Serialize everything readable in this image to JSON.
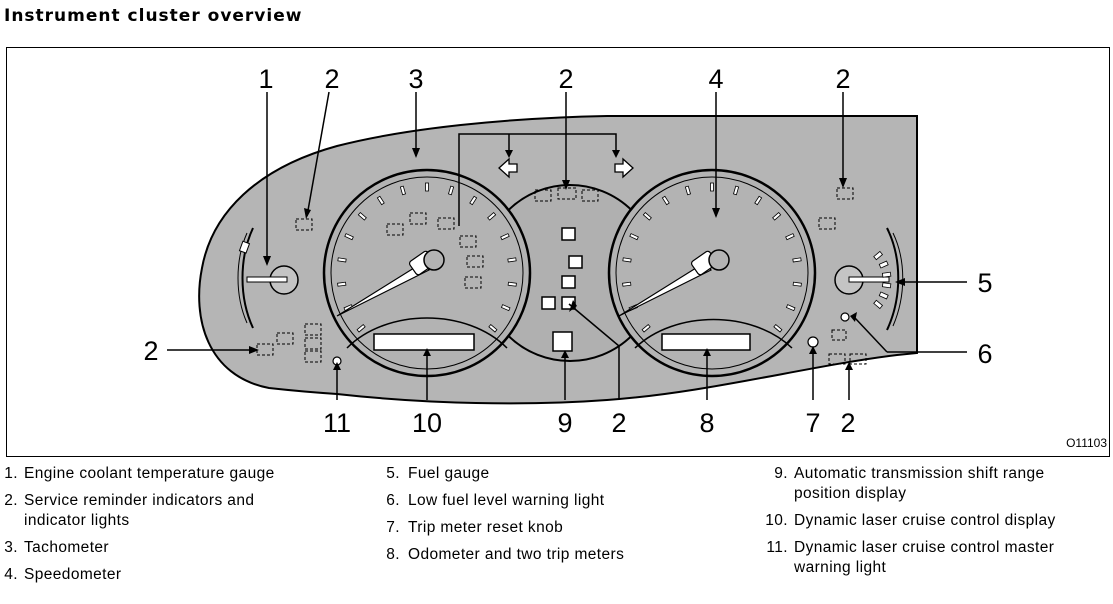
{
  "heading": "Instrument cluster overview",
  "figure_code": "O11103",
  "callouts": {
    "c1": "1",
    "c2a": "2",
    "c3": "3",
    "c2b": "2",
    "c4": "4",
    "c2c": "2",
    "c5": "5",
    "c2d": "2",
    "c6": "6",
    "c11": "11",
    "c10": "10",
    "c9": "9",
    "c2e": "2",
    "c8": "8",
    "c7": "7",
    "c2f": "2"
  },
  "legend": {
    "col1": [
      {
        "num": "1.",
        "text": "Engine coolant temperature gauge"
      },
      {
        "num": "2.",
        "text": "Service reminder indicators and indicator lights"
      },
      {
        "num": "3.",
        "text": "Tachometer"
      },
      {
        "num": "4.",
        "text": "Speedometer"
      }
    ],
    "col2": [
      {
        "num": "5.",
        "text": "Fuel gauge"
      },
      {
        "num": "6.",
        "text": "Low fuel level warning light"
      },
      {
        "num": "7.",
        "text": "Trip meter reset knob"
      },
      {
        "num": "8.",
        "text": "Odometer and two trip meters"
      }
    ],
    "col3": [
      {
        "num": "9.",
        "text": "Automatic transmission shift range position display"
      },
      {
        "num": "10.",
        "text": "Dynamic laser cruise control display"
      },
      {
        "num": "11.",
        "text": "Dynamic laser cruise control master warning light"
      }
    ]
  }
}
